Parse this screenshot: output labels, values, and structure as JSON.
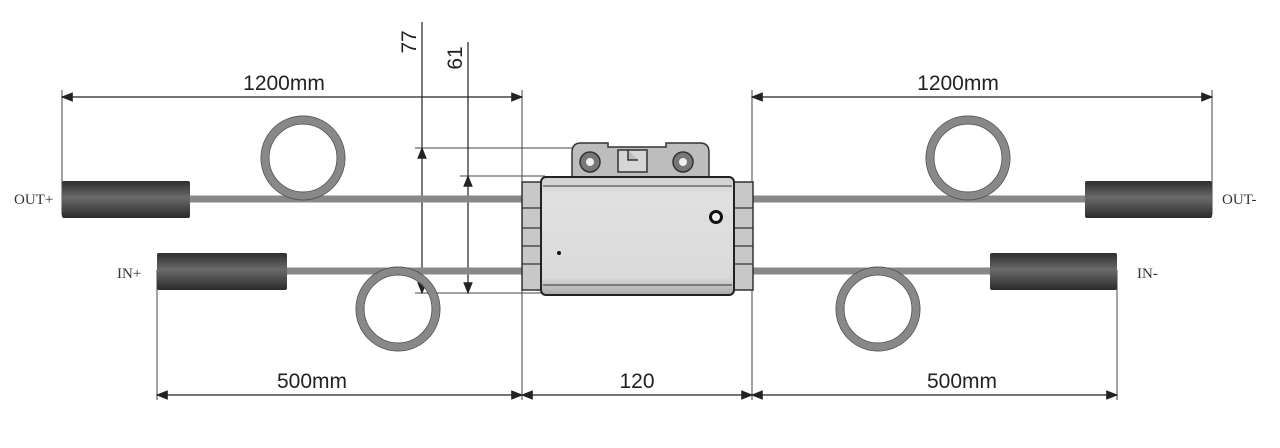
{
  "dimensions": {
    "out_cable_left": "1200mm",
    "out_cable_right": "1200mm",
    "in_cable_left": "500mm",
    "in_cable_right": "500mm",
    "body_width": "120",
    "overall_height": "77",
    "body_height": "61"
  },
  "terminals": {
    "out_plus": "OUT+",
    "in_plus": "IN+",
    "out_minus": "OUT-",
    "in_minus": "IN-"
  }
}
